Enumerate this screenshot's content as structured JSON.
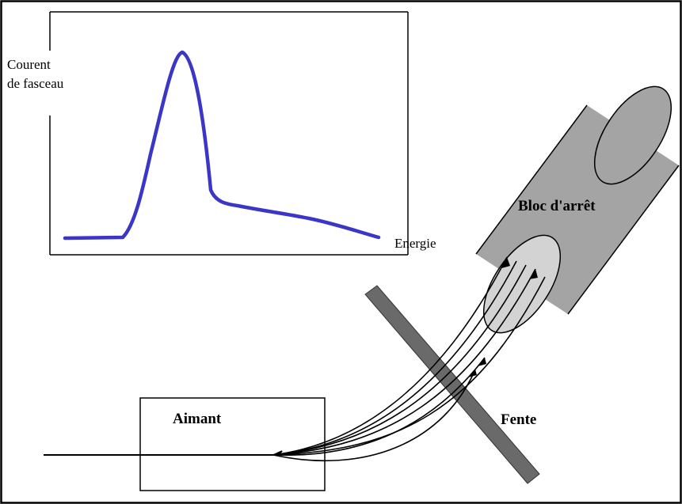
{
  "graph": {
    "ylabel_line1": "Courent",
    "ylabel_line2": "de fasceau",
    "xlabel": "Energie",
    "curve_color": "#3b35c8"
  },
  "labels": {
    "bloc": "Bloc d'arrêt",
    "aimant": "Aimant",
    "fente": "Fente"
  },
  "colors": {
    "bloc_fill": "#a4a4a4",
    "slit_fill": "#6a6a6a",
    "line": "#000000"
  }
}
